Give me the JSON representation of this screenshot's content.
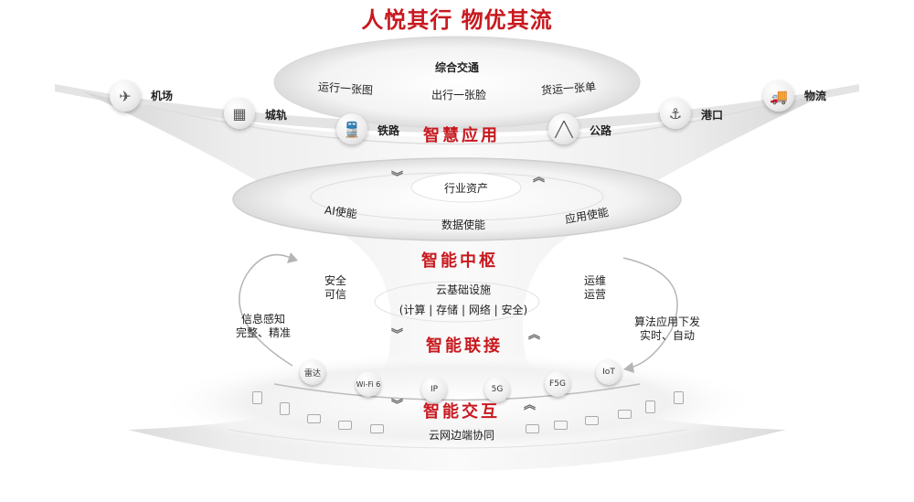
{
  "title": "人悦其行 物优其流",
  "top_layer": {
    "label": "综合交通",
    "items": [
      "运行一张图",
      "出行一张脸",
      "货运一张单"
    ],
    "section": "智慧应用"
  },
  "domains": [
    {
      "label": "机场",
      "icon": "airport-icon"
    },
    {
      "label": "城轨",
      "icon": "metro-icon"
    },
    {
      "label": "铁路",
      "icon": "train-icon"
    },
    {
      "label": "公路",
      "icon": "road-icon"
    },
    {
      "label": "港口",
      "icon": "port-icon"
    },
    {
      "label": "物流",
      "icon": "truck-icon"
    }
  ],
  "middle_layer": {
    "center": "行业资产",
    "left": "AI使能",
    "bottom": "数据使能",
    "right": "应用使能",
    "section": "智能中枢"
  },
  "core": {
    "infra": "云基础设施",
    "infra_detail": "(计算 | 存储 | 网络 | 安全)",
    "left_note": [
      "安全",
      "可信"
    ],
    "right_note": [
      "运维",
      "运营"
    ]
  },
  "side_arrows": {
    "left": [
      "信息感知",
      "完整、精准"
    ],
    "right": [
      "算法应用下发",
      "实时、自动"
    ]
  },
  "connect": {
    "section": "智能联接",
    "items": [
      "雷达",
      "Wi-Fi 6",
      "IP",
      "5G",
      "F5G",
      "IoT"
    ]
  },
  "interact": {
    "section": "智能交互",
    "caption": "云网边端协同"
  },
  "colors": {
    "accent": "#c8191f",
    "surface": "#f0f0f0",
    "rim": "#d6d6d6"
  }
}
